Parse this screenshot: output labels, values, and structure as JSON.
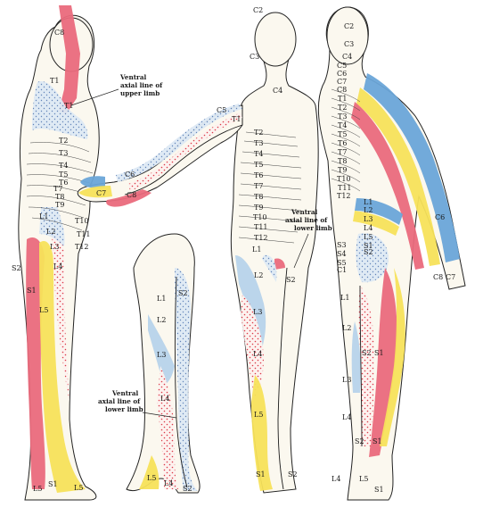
{
  "colors": {
    "pink": "#ea6a7c",
    "yellow": "#f7e25a",
    "blue": "#6aa5d8",
    "light_blue": "#b7d3ea",
    "dotted_stipple": "#5b7fb6",
    "red_stipple": "#d9303f"
  },
  "captions": {
    "upper_limb_line": [
      "Ventral",
      "axial line of",
      "upper limb"
    ],
    "lower_limb_line_front": [
      "Ventral",
      "axial line of",
      "lower limb"
    ],
    "lower_limb_line_leg": [
      "Ventral",
      "axial line of",
      "lower limb"
    ]
  },
  "side_view": {
    "labels": [
      "C8",
      "T1",
      "T1",
      "T2",
      "T3",
      "T4",
      "T5",
      "T6",
      "T7",
      "T8",
      "T9",
      "L1",
      "T10",
      "T11",
      "T12",
      "L2",
      "L3",
      "L4",
      "S2",
      "S1",
      "L5",
      "L5",
      "S1",
      "L5"
    ]
  },
  "front_view": {
    "labels": [
      "C2",
      "C3",
      "C4",
      "C5",
      "T1",
      "T2",
      "T3",
      "T4",
      "T5",
      "T6",
      "T7",
      "T8",
      "T9",
      "T10",
      "T11",
      "T12",
      "L1",
      "C6",
      "C7",
      "C8",
      "S2",
      "L2",
      "L3",
      "L4",
      "L5",
      "S1",
      "S2"
    ]
  },
  "leg_view": {
    "labels": [
      "L1",
      "S2",
      "L2",
      "L3",
      "L4",
      "L4",
      "L5",
      "S2"
    ]
  },
  "back_view": {
    "labels": [
      "C2",
      "C3",
      "C4",
      "C5",
      "C6",
      "C7",
      "C8",
      "T1",
      "T2",
      "T3",
      "T4",
      "T5",
      "T6",
      "T7",
      "T8",
      "T9",
      "T10",
      "T11",
      "T12",
      "L1",
      "L2",
      "L3",
      "L4",
      "L5",
      "S1",
      "S2",
      "S3",
      "S4",
      "S5",
      "C1",
      "L1",
      "L2",
      "S2",
      "S1",
      "L3",
      "L4",
      "S2",
      "S1",
      "L4",
      "L5",
      "S1",
      "C6",
      "C8",
      "C7"
    ]
  }
}
